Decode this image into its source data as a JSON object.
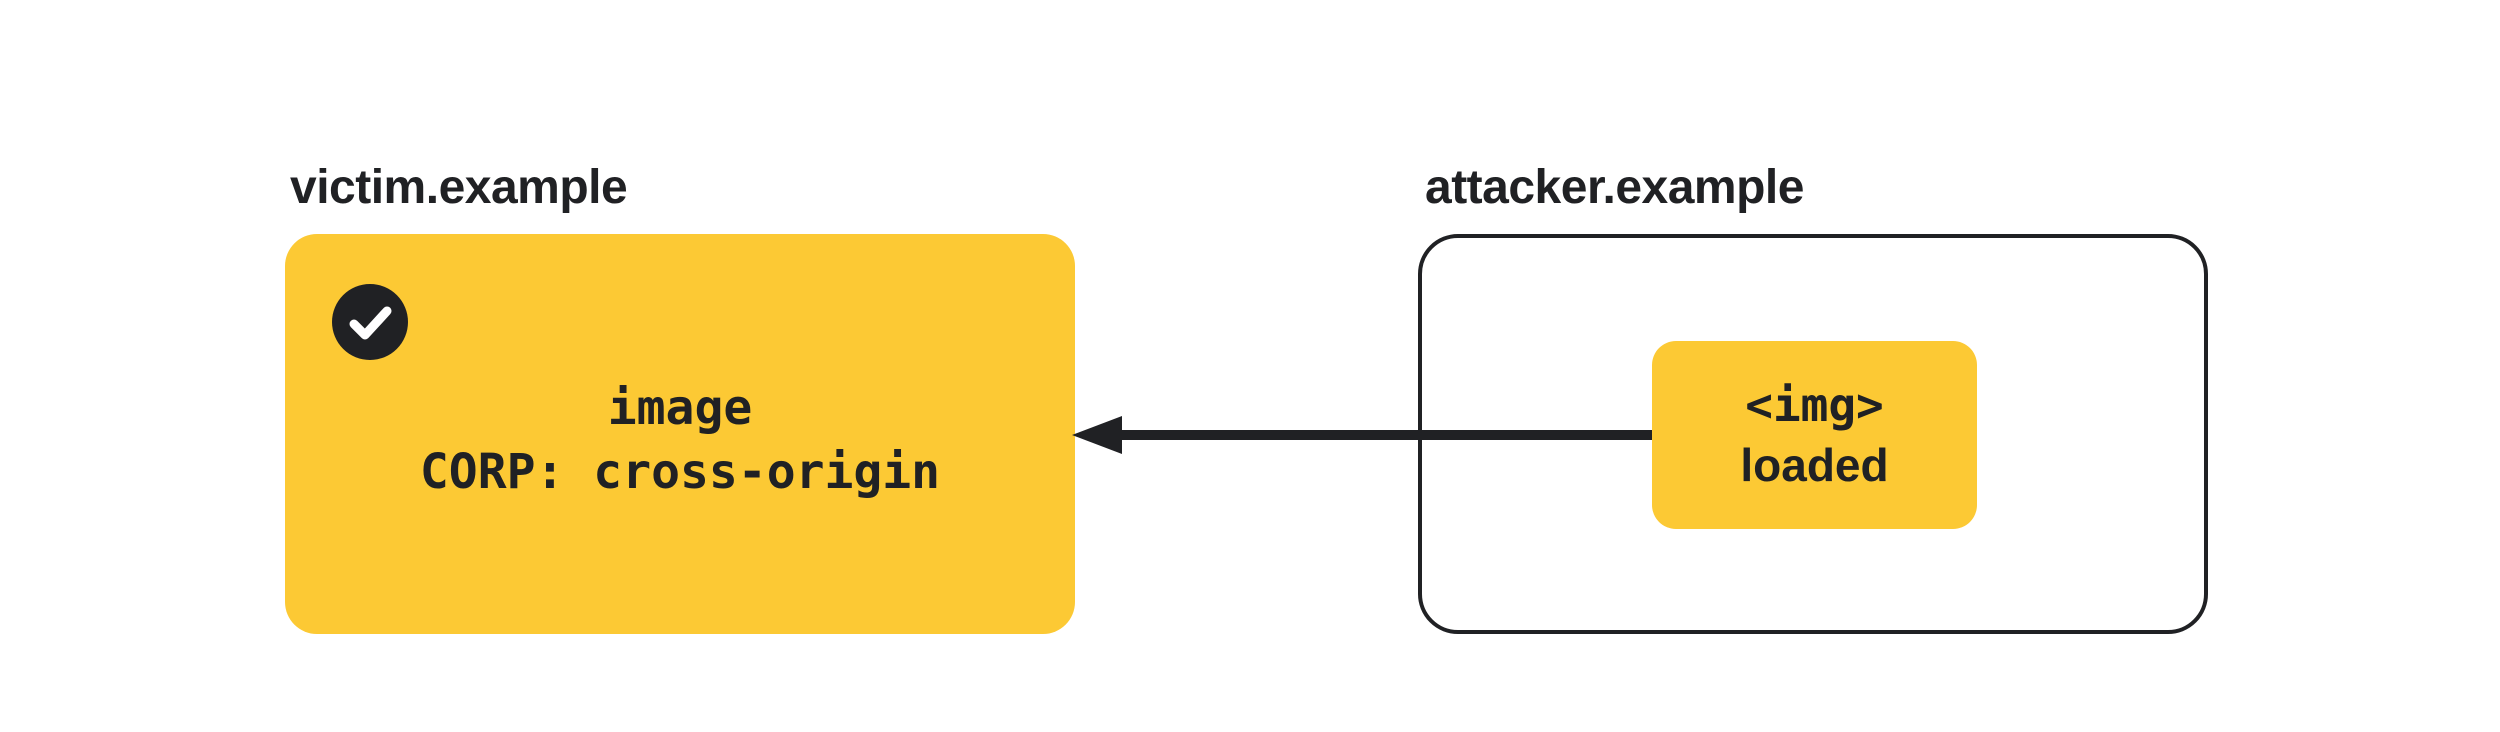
{
  "colors": {
    "accent_yellow": "#FCC934",
    "ink_black": "#202124",
    "page_bg": "#FFFFFF"
  },
  "victim": {
    "label": "victim.example",
    "resource_line1": "image",
    "resource_line2": "CORP: cross-origin",
    "status_icon": "checkmark-icon"
  },
  "attacker": {
    "label": "attacker.example",
    "request_line1": "<img>",
    "request_line2": "loaded"
  },
  "arrow": {
    "direction": "right-to-left"
  }
}
